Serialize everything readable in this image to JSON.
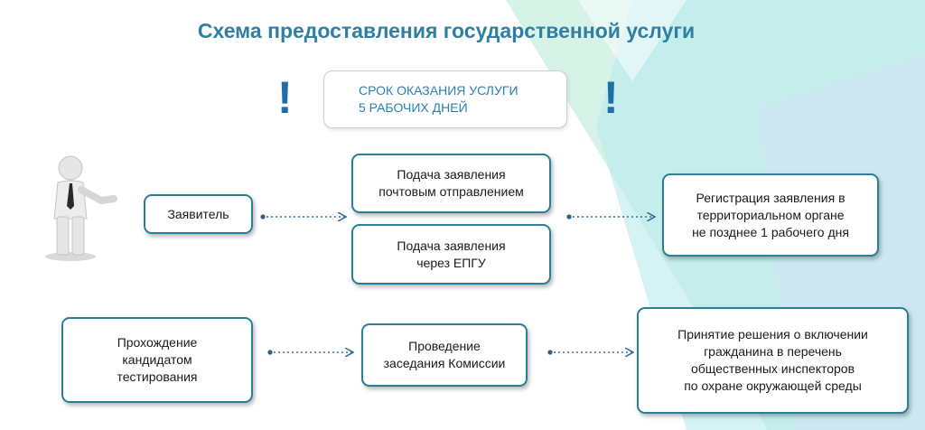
{
  "title": "Схема предоставления государственной услуги",
  "deadline": "СРОК ОКАЗАНИЯ УСЛУГИ\n5 РАБОЧИХ ДНЕЙ",
  "exclamation": "!",
  "boxes": {
    "applicant": "Заявитель",
    "mail": "Подача заявления\nпочтовым отправлением",
    "epgu": "Подача заявления\nчерез ЕПГУ",
    "registration": "Регистрация заявления в\nтерриториальном органе\nне позднее 1 рабочего дня",
    "testing": "Прохождение\nкандидатом\nтестирования",
    "commission": "Проведение\nзаседания Комиссии",
    "decision": "Принятие решения о включении\nгражданина в перечень\nобщественных инспекторов\nпо охране окружающей среды"
  },
  "colors": {
    "title": "#2f7fa3",
    "box_border": "#2b7e94",
    "exclamation": "#1f6ea6",
    "arrow": "#3a6f9a",
    "bg_mint": "#c9efe0",
    "bg_cyan": "#b9e9ef",
    "bg_blue": "#cfe4f3"
  }
}
